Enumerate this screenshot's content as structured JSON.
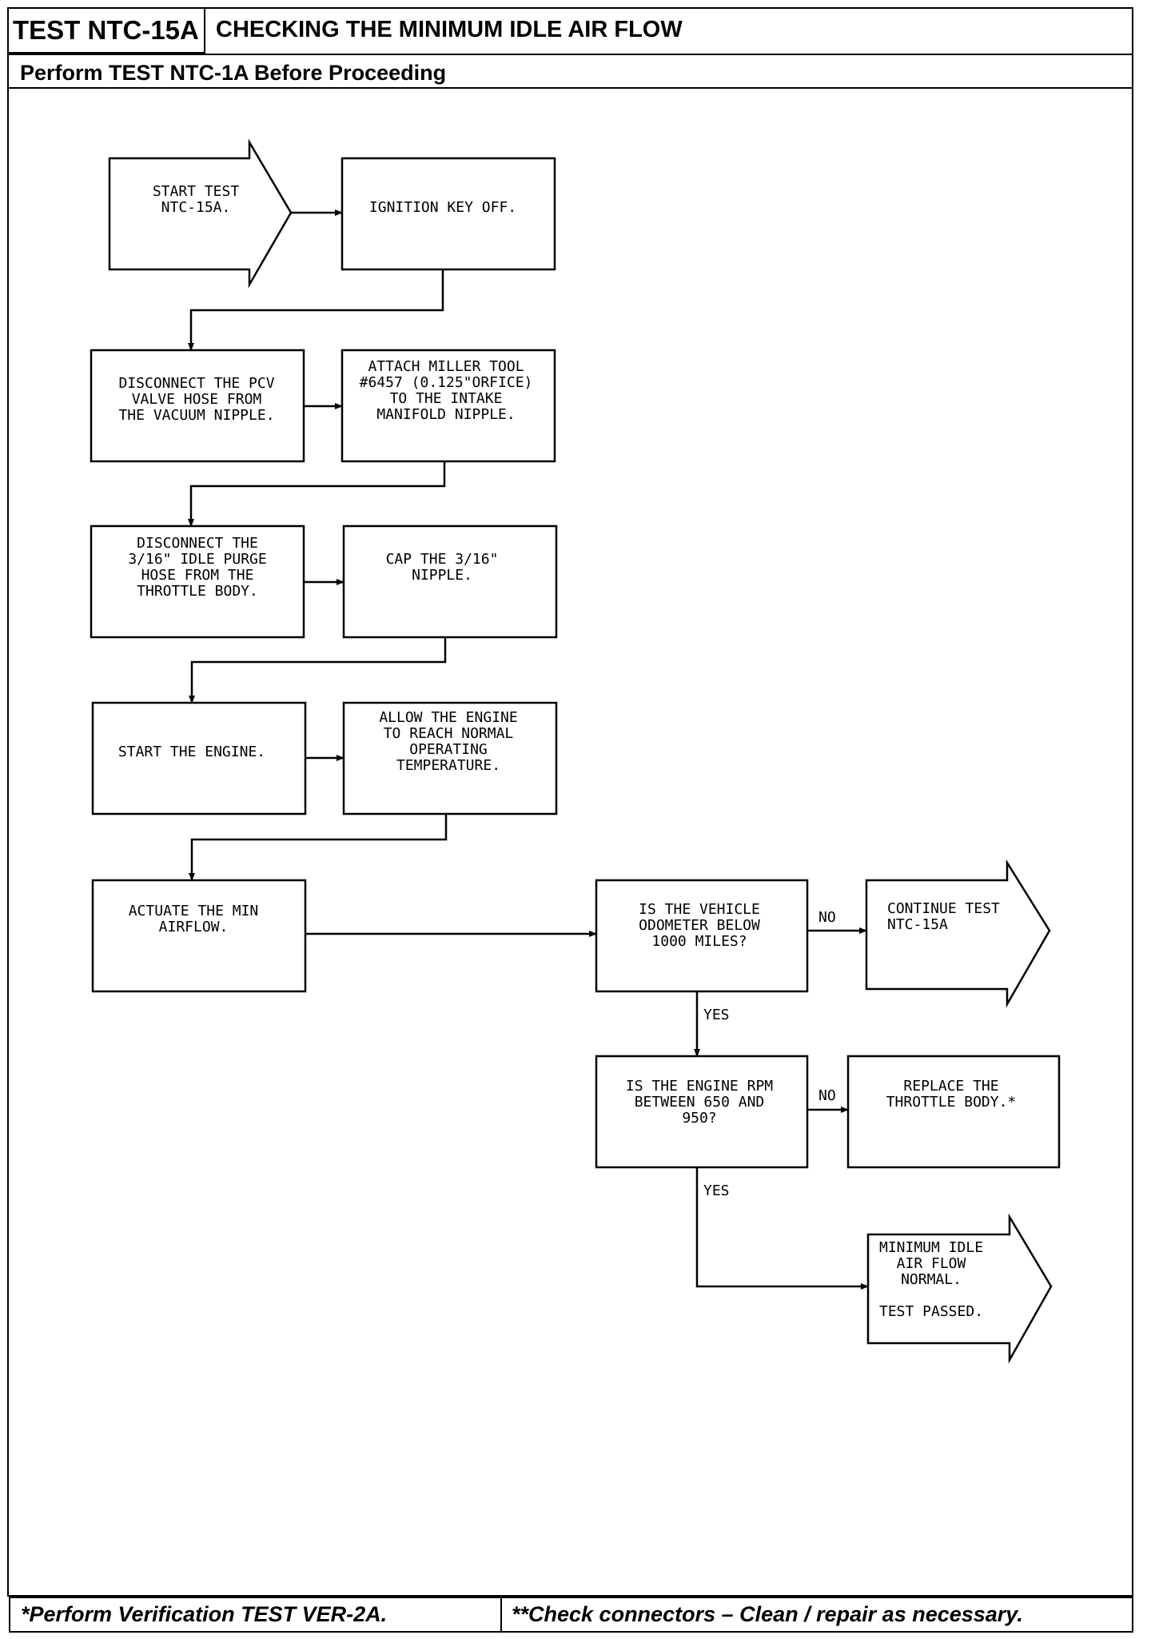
{
  "header": {
    "test_id": "TEST NTC-15A",
    "title": "CHECKING THE MINIMUM IDLE AIR FLOW",
    "subtitle": "Perform TEST NTC-1A Before Proceeding"
  },
  "footer": {
    "left": "*Perform Verification TEST VER-2A.",
    "right": "**Check connectors – Clean / repair as necessary."
  },
  "flow": {
    "start": [
      "START TEST",
      "NTC-15A."
    ],
    "ignition": [
      "IGNITION KEY OFF."
    ],
    "disconnect_pcv": [
      "DISCONNECT THE PCV",
      "VALVE HOSE FROM",
      "THE VACUUM NIPPLE."
    ],
    "attach_tool": [
      "ATTACH MILLER TOOL",
      "#6457 (0.125\"ORFICE)",
      "TO THE INTAKE",
      "MANIFOLD NIPPLE."
    ],
    "disconnect_purge": [
      "DISCONNECT THE",
      "3/16\" IDLE PURGE",
      "HOSE FROM THE",
      "THROTTLE BODY."
    ],
    "cap_nipple": [
      "CAP THE 3/16\"",
      "NIPPLE."
    ],
    "start_engine": [
      "START THE ENGINE."
    ],
    "allow_engine": [
      "ALLOW THE ENGINE",
      "TO REACH NORMAL",
      "OPERATING",
      "TEMPERATURE."
    ],
    "actuate": [
      "ACTUATE THE MIN",
      "AIRFLOW."
    ],
    "odometer_q": [
      "IS THE VEHICLE",
      "ODOMETER BELOW",
      "1000 MILES?"
    ],
    "continue_test": [
      "CONTINUE TEST",
      "NTC-15A"
    ],
    "rpm_q": [
      "IS THE ENGINE RPM",
      "BETWEEN 650 AND",
      "950?"
    ],
    "replace": [
      "REPLACE THE",
      "THROTTLE BODY.*"
    ],
    "normal": [
      "MINIMUM IDLE",
      "AIR FLOW",
      "NORMAL.",
      "",
      "TEST PASSED."
    ],
    "label_no": "NO",
    "label_yes": "YES"
  }
}
